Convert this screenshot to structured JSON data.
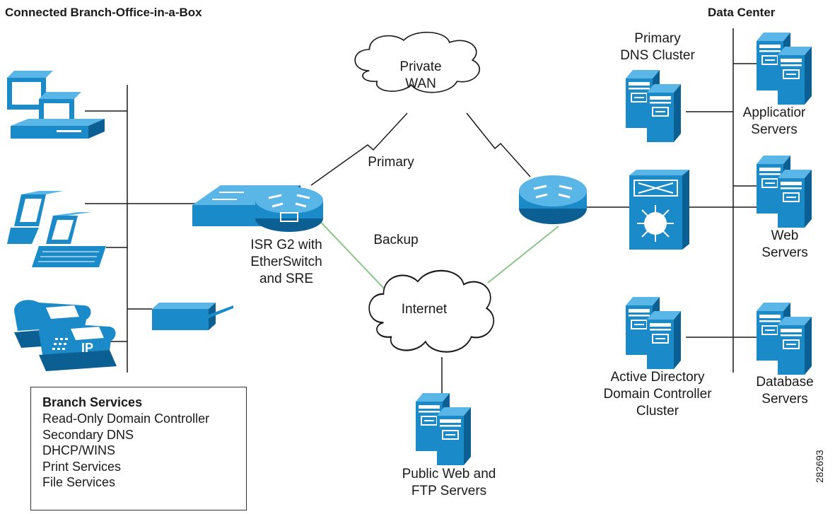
{
  "titles": {
    "branch": "Connected Branch-Office-in-a-Box",
    "datacenter": "Data Center"
  },
  "labels": {
    "private_wan": [
      "Private",
      "WAN"
    ],
    "internet": "Internet",
    "primary_link": "Primary",
    "backup_link": "Backup",
    "isr": [
      "ISR G2 with",
      "EtherSwitch",
      "and SRE"
    ],
    "primary_dns": [
      "Primary",
      "DNS Cluster"
    ],
    "app_servers": [
      "Applicatior",
      "Servers"
    ],
    "web_servers": [
      "Web",
      "Servers"
    ],
    "db_servers": [
      "Database",
      "Servers"
    ],
    "ad": [
      "Active Directory",
      "Domain Controller",
      "Cluster"
    ],
    "public_web": [
      "Public Web and",
      "FTP Servers"
    ],
    "phone_ip": "IP"
  },
  "branch_services": {
    "heading": "Branch Services",
    "items": [
      "Read-Only Domain Controller",
      "Secondary DNS",
      "DHCP/WINS",
      "Print Services",
      "File Services"
    ]
  },
  "figure_number": "282693",
  "colors": {
    "device_blue": "#1a8ac8",
    "device_dark": "#0c5f93",
    "device_light": "#5ab6e6",
    "backup_link": "#8cc58a",
    "line": "#1a1a1a"
  }
}
